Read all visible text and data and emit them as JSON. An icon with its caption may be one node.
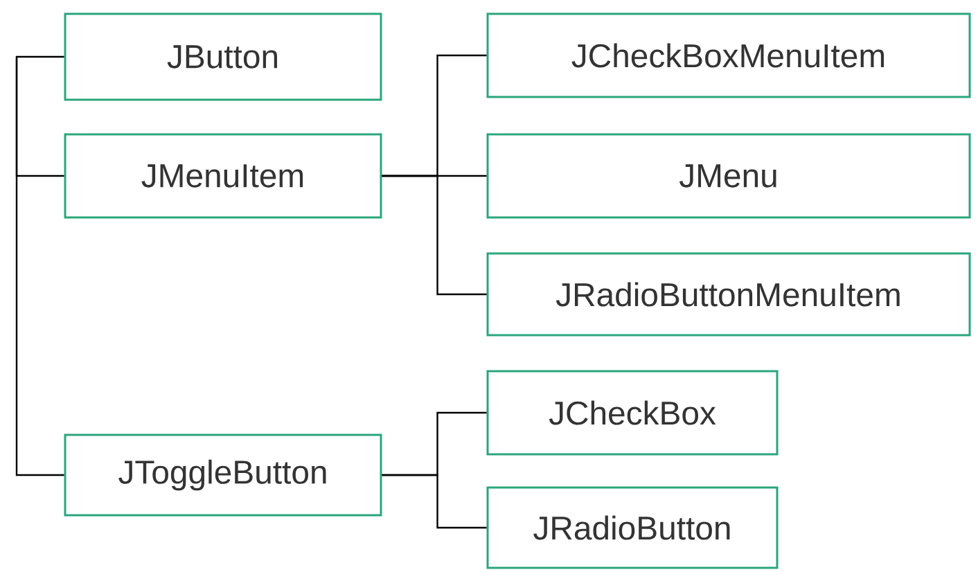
{
  "diagram": {
    "nodes": [
      {
        "text": [
          "JButton"
        ]
      },
      {
        "text": [
          "JMenuItem"
        ]
      },
      {
        "text": [
          "JToggleButton"
        ]
      },
      {
        "text": [
          "JCheckBoxMenuItem"
        ]
      },
      {
        "text": [
          "JMenu"
        ]
      },
      {
        "text": [
          "JRadioButtonMenuItem"
        ]
      },
      {
        "text": [
          "JCheckBox"
        ]
      },
      {
        "text": [
          "JRadioButton"
        ]
      }
    ],
    "edges": [
      {
        "from": null,
        "to": 0,
        "arrow": "none"
      },
      {
        "from": null,
        "to": 1,
        "arrow": "none"
      },
      {
        "from": null,
        "to": 2,
        "arrow": "none"
      },
      {
        "from": 1,
        "to": 3,
        "arrow": "none"
      },
      {
        "from": 1,
        "to": 4,
        "arrow": "none"
      },
      {
        "from": 1,
        "to": 5,
        "arrow": "none"
      },
      {
        "from": 2,
        "to": 6,
        "arrow": "none"
      },
      {
        "from": 2,
        "to": 7,
        "arrow": "none"
      }
    ]
  }
}
